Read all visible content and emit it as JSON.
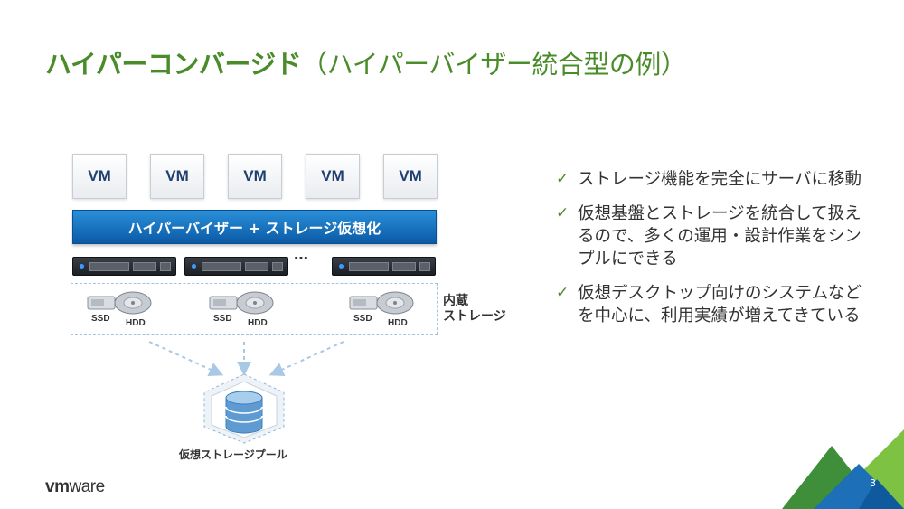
{
  "title": {
    "main": "ハイパーコンバージド",
    "sub": "（ハイパーバイザー統合型の例）"
  },
  "diagram": {
    "vms": [
      "VM",
      "VM",
      "VM",
      "VM",
      "VM"
    ],
    "hypervisor_label": "ハイパーバイザー + ストレージ仮想化",
    "ellipsis": "…",
    "disk_groups": [
      {
        "ssd": "SSD",
        "hdd": "HDD"
      },
      {
        "ssd": "SSD",
        "hdd": "HDD"
      },
      {
        "ssd": "SSD",
        "hdd": "HDD"
      }
    ],
    "internal_storage": {
      "line1": "内蔵",
      "line2": "ストレージ"
    },
    "pool_label": "仮想ストレージプール"
  },
  "bullets": [
    "ストレージ機能を完全にサーバに移動",
    "仮想基盤とストレージを統合して扱えるので、多くの運用・設計作業をシンプルにできる",
    "仮想デスクトップ向けのシステムなどを中心に、利用実績が増えてきている"
  ],
  "logo": {
    "bold": "vm",
    "light": "ware"
  },
  "page_number": "3"
}
